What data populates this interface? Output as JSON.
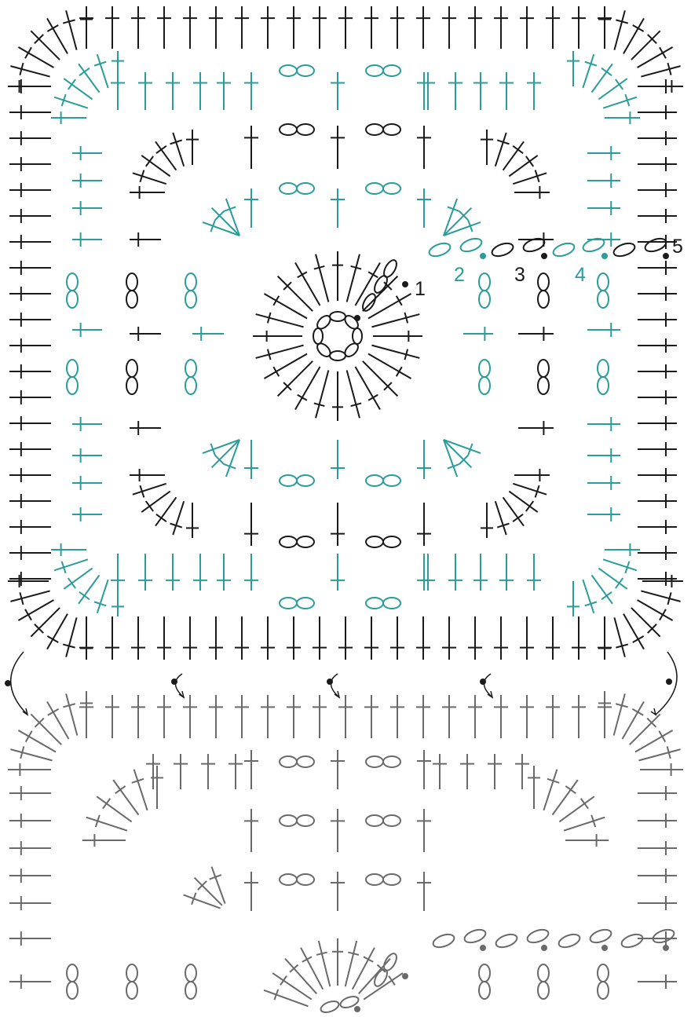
{
  "colors": {
    "black": "#1a1a1a",
    "teal": "#2a9d9a",
    "gray": "#6a6a6a",
    "background": "#ffffff"
  },
  "round_labels": [
    {
      "text": "1",
      "color": "black"
    },
    {
      "text": "2",
      "color": "teal"
    },
    {
      "text": "3",
      "color": "black"
    },
    {
      "text": "4",
      "color": "teal"
    },
    {
      "text": "5",
      "color": "black"
    }
  ],
  "symbols": {
    "chain": "ellipse",
    "double_crochet": "post-with-crossbar",
    "slip_stitch": "dot",
    "join_arrow": "curved-arrow"
  }
}
